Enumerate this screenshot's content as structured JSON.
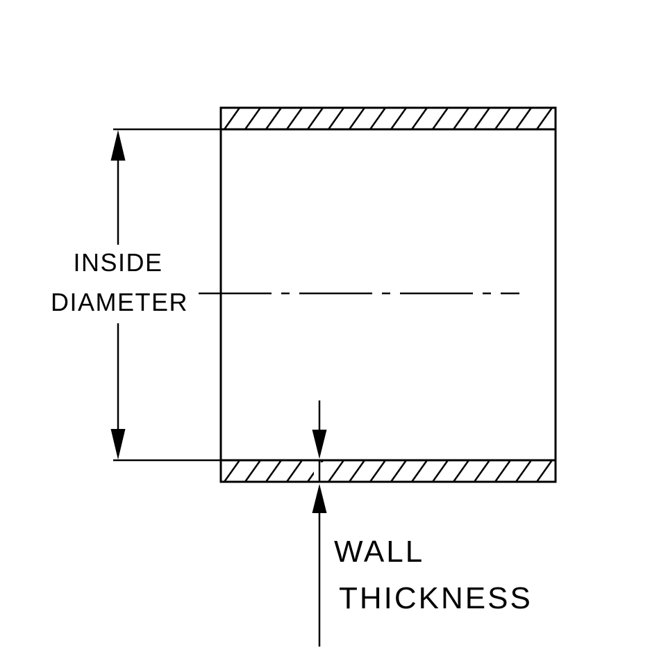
{
  "diagram": {
    "type": "technical-cross-section",
    "subject": "tube cross section with dimension callouts",
    "labels": {
      "inside_diameter_line1": "INSIDE",
      "inside_diameter_line2": "DIAMETER",
      "wall_thickness_line1": "WALL",
      "wall_thickness_line2": "THICKNESS"
    },
    "colors": {
      "line": "#000000",
      "background": "#ffffff"
    }
  }
}
